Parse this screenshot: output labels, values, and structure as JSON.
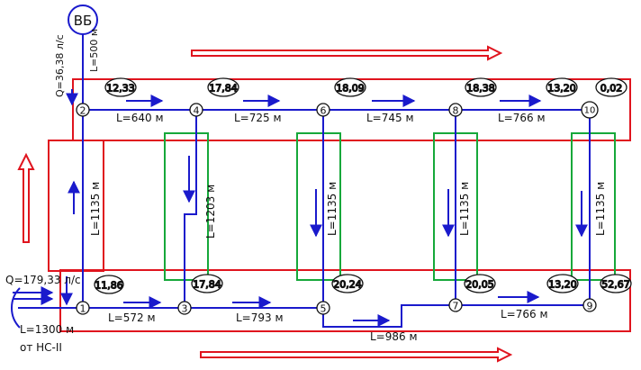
{
  "tower": {
    "label": "ВБ",
    "flow_label": "Q=36,38 л/с",
    "length_label": "L=500 м"
  },
  "source": {
    "flow_label": "Q=179,33 л/с",
    "length_label": "L=1300 м",
    "from_label": "от НС-II"
  },
  "nodes": [
    {
      "id": "1",
      "flow": "11,86"
    },
    {
      "id": "2",
      "flow": "12,33"
    },
    {
      "id": "3",
      "flow": "17,84"
    },
    {
      "id": "4",
      "flow": "17,84"
    },
    {
      "id": "5",
      "flow": "20,24"
    },
    {
      "id": "6",
      "flow": "18,09"
    },
    {
      "id": "7",
      "flow": "20,05"
    },
    {
      "id": "8",
      "flow": "18,38"
    },
    {
      "id": "9",
      "flow": "13,20"
    },
    {
      "id": "9b",
      "flow": "52,67"
    },
    {
      "id": "10",
      "flow": "13,20"
    },
    {
      "id": "10b",
      "flow": "0,02"
    }
  ],
  "pipes": {
    "top_2_4": "L=640 м",
    "top_4_6": "L=725 м",
    "top_6_8": "L=745 м",
    "top_8_10": "L=766 м",
    "bot_1_3": "L=572 м",
    "bot_3_5": "L=793 м",
    "bot_5_7": "L=986 м",
    "bot_7_9": "L=766 м",
    "vert_1_2": "L=1135 м",
    "vert_3_4": "L=1203 м",
    "vert_5_6": "L=1135 м",
    "vert_7_8": "L=1135 м",
    "vert_9_10": "L=1135 м"
  },
  "colors": {
    "pipe": "#1a1acc",
    "ring_red": "#e0141e",
    "ring_green": "#16a83a"
  }
}
